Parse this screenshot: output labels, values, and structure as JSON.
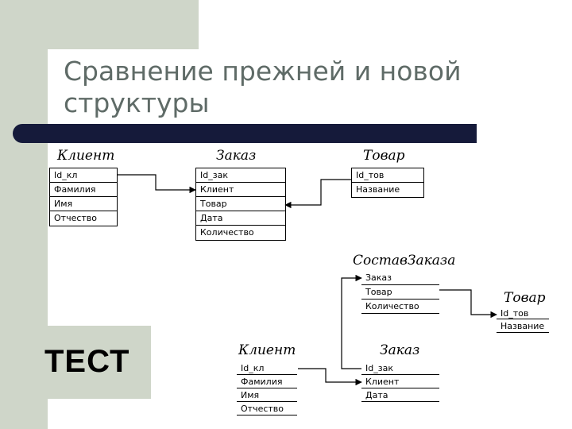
{
  "title": "Сравнение прежней и новой структуры",
  "old": {
    "klient": {
      "title": "Клиент",
      "fields": [
        "Id_кл",
        "Фамилия",
        "Имя",
        "Отчество"
      ]
    },
    "zakaz": {
      "title": "Заказ",
      "fields": [
        "Id_зак",
        "Клиент",
        "Товар",
        "Дата",
        "Количество"
      ]
    },
    "tovar": {
      "title": "Товар",
      "fields": [
        "Id_тов",
        "Название"
      ]
    }
  },
  "new": {
    "sostav": {
      "title": "СоставЗаказа",
      "fields": [
        "Заказ",
        "Товар",
        "Количество"
      ]
    },
    "tovar": {
      "title": "Товар",
      "fields": [
        "Id_тов",
        "Название"
      ]
    },
    "klient": {
      "title": "Клиент",
      "fields": [
        "Id_кл",
        "Фамилия",
        "Имя",
        "Отчество"
      ]
    },
    "zakaz": {
      "title": "Заказ",
      "fields": [
        "Id_зак",
        "Клиент",
        "Дата"
      ]
    }
  },
  "test_label": "ТЕСТ"
}
